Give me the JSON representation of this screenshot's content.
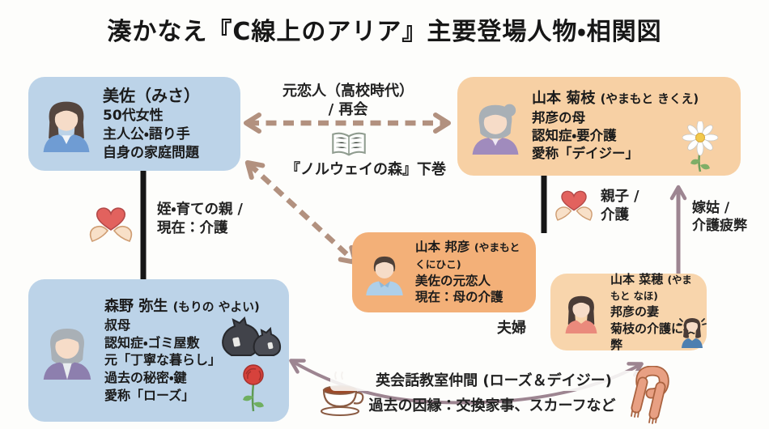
{
  "title": "湊かなえ『C線上のアリア』主要登場人物・相関図",
  "characters": {
    "misa": {
      "name": "美佐（みさ）",
      "kana": "",
      "traits": [
        "50代女性",
        "主人公・語り手",
        "自身の家庭問題"
      ]
    },
    "kikue": {
      "name": "山本 菊枝",
      "kana": "(やまもと きくえ)",
      "traits": [
        "邦彦の母",
        "認知症・要介護",
        "愛称「デイジー」"
      ]
    },
    "yayoi": {
      "name": "森野 弥生",
      "kana": "(もりの やよい)",
      "traits": [
        "叔母",
        "認知症・ゴミ屋敷",
        "元「丁寧な暮らし」",
        "過去の秘密・鍵",
        "愛称「ローズ」"
      ]
    },
    "kunihiko": {
      "name": "山本 邦彦",
      "kana": "(やまもと くにひこ)",
      "traits": [
        "美佐の元恋人",
        "現在：母の介護"
      ]
    },
    "naho": {
      "name": "山本 菜穂",
      "kana": "(やまもと なほ)",
      "traits": [
        "邦彦の妻",
        "菊枝の介護に疲弊"
      ]
    }
  },
  "relations": {
    "ex_lovers": {
      "label1": "元恋人（高校時代）",
      "label2": "/ 再会",
      "book_caption": "『ノルウェイの森』下巻"
    },
    "niece_care": {
      "label1": "姪・育ての親 /",
      "label2": "現在：介護"
    },
    "parent_child": {
      "label1": "親子 /",
      "label2": "介護"
    },
    "daughter_in_law": {
      "label1": "嫁姑 /",
      "label2": "介護疲弊"
    },
    "couple": {
      "label": "夫婦"
    },
    "english_class": {
      "label1": "英会話教室仲間 (ローズ＆デイジー)",
      "label2": "過去の因縁：交換家事、スカーフなど"
    }
  },
  "icons": {
    "heart-in-hands": "❤",
    "daisy": "✿",
    "rose": "🌹",
    "garbage-bags": "🗑",
    "open-book": "📖",
    "teacup": "☕",
    "scarf": "🧣",
    "stressed-person": "😩"
  },
  "colors": {
    "blue_box": "#bcd3e8",
    "peach_box": "#f7d0a4",
    "orange_box": "#f3b078",
    "tan_arrow": "#b2917f",
    "mauve_arrow": "#9d8591",
    "black_line": "#161616"
  }
}
